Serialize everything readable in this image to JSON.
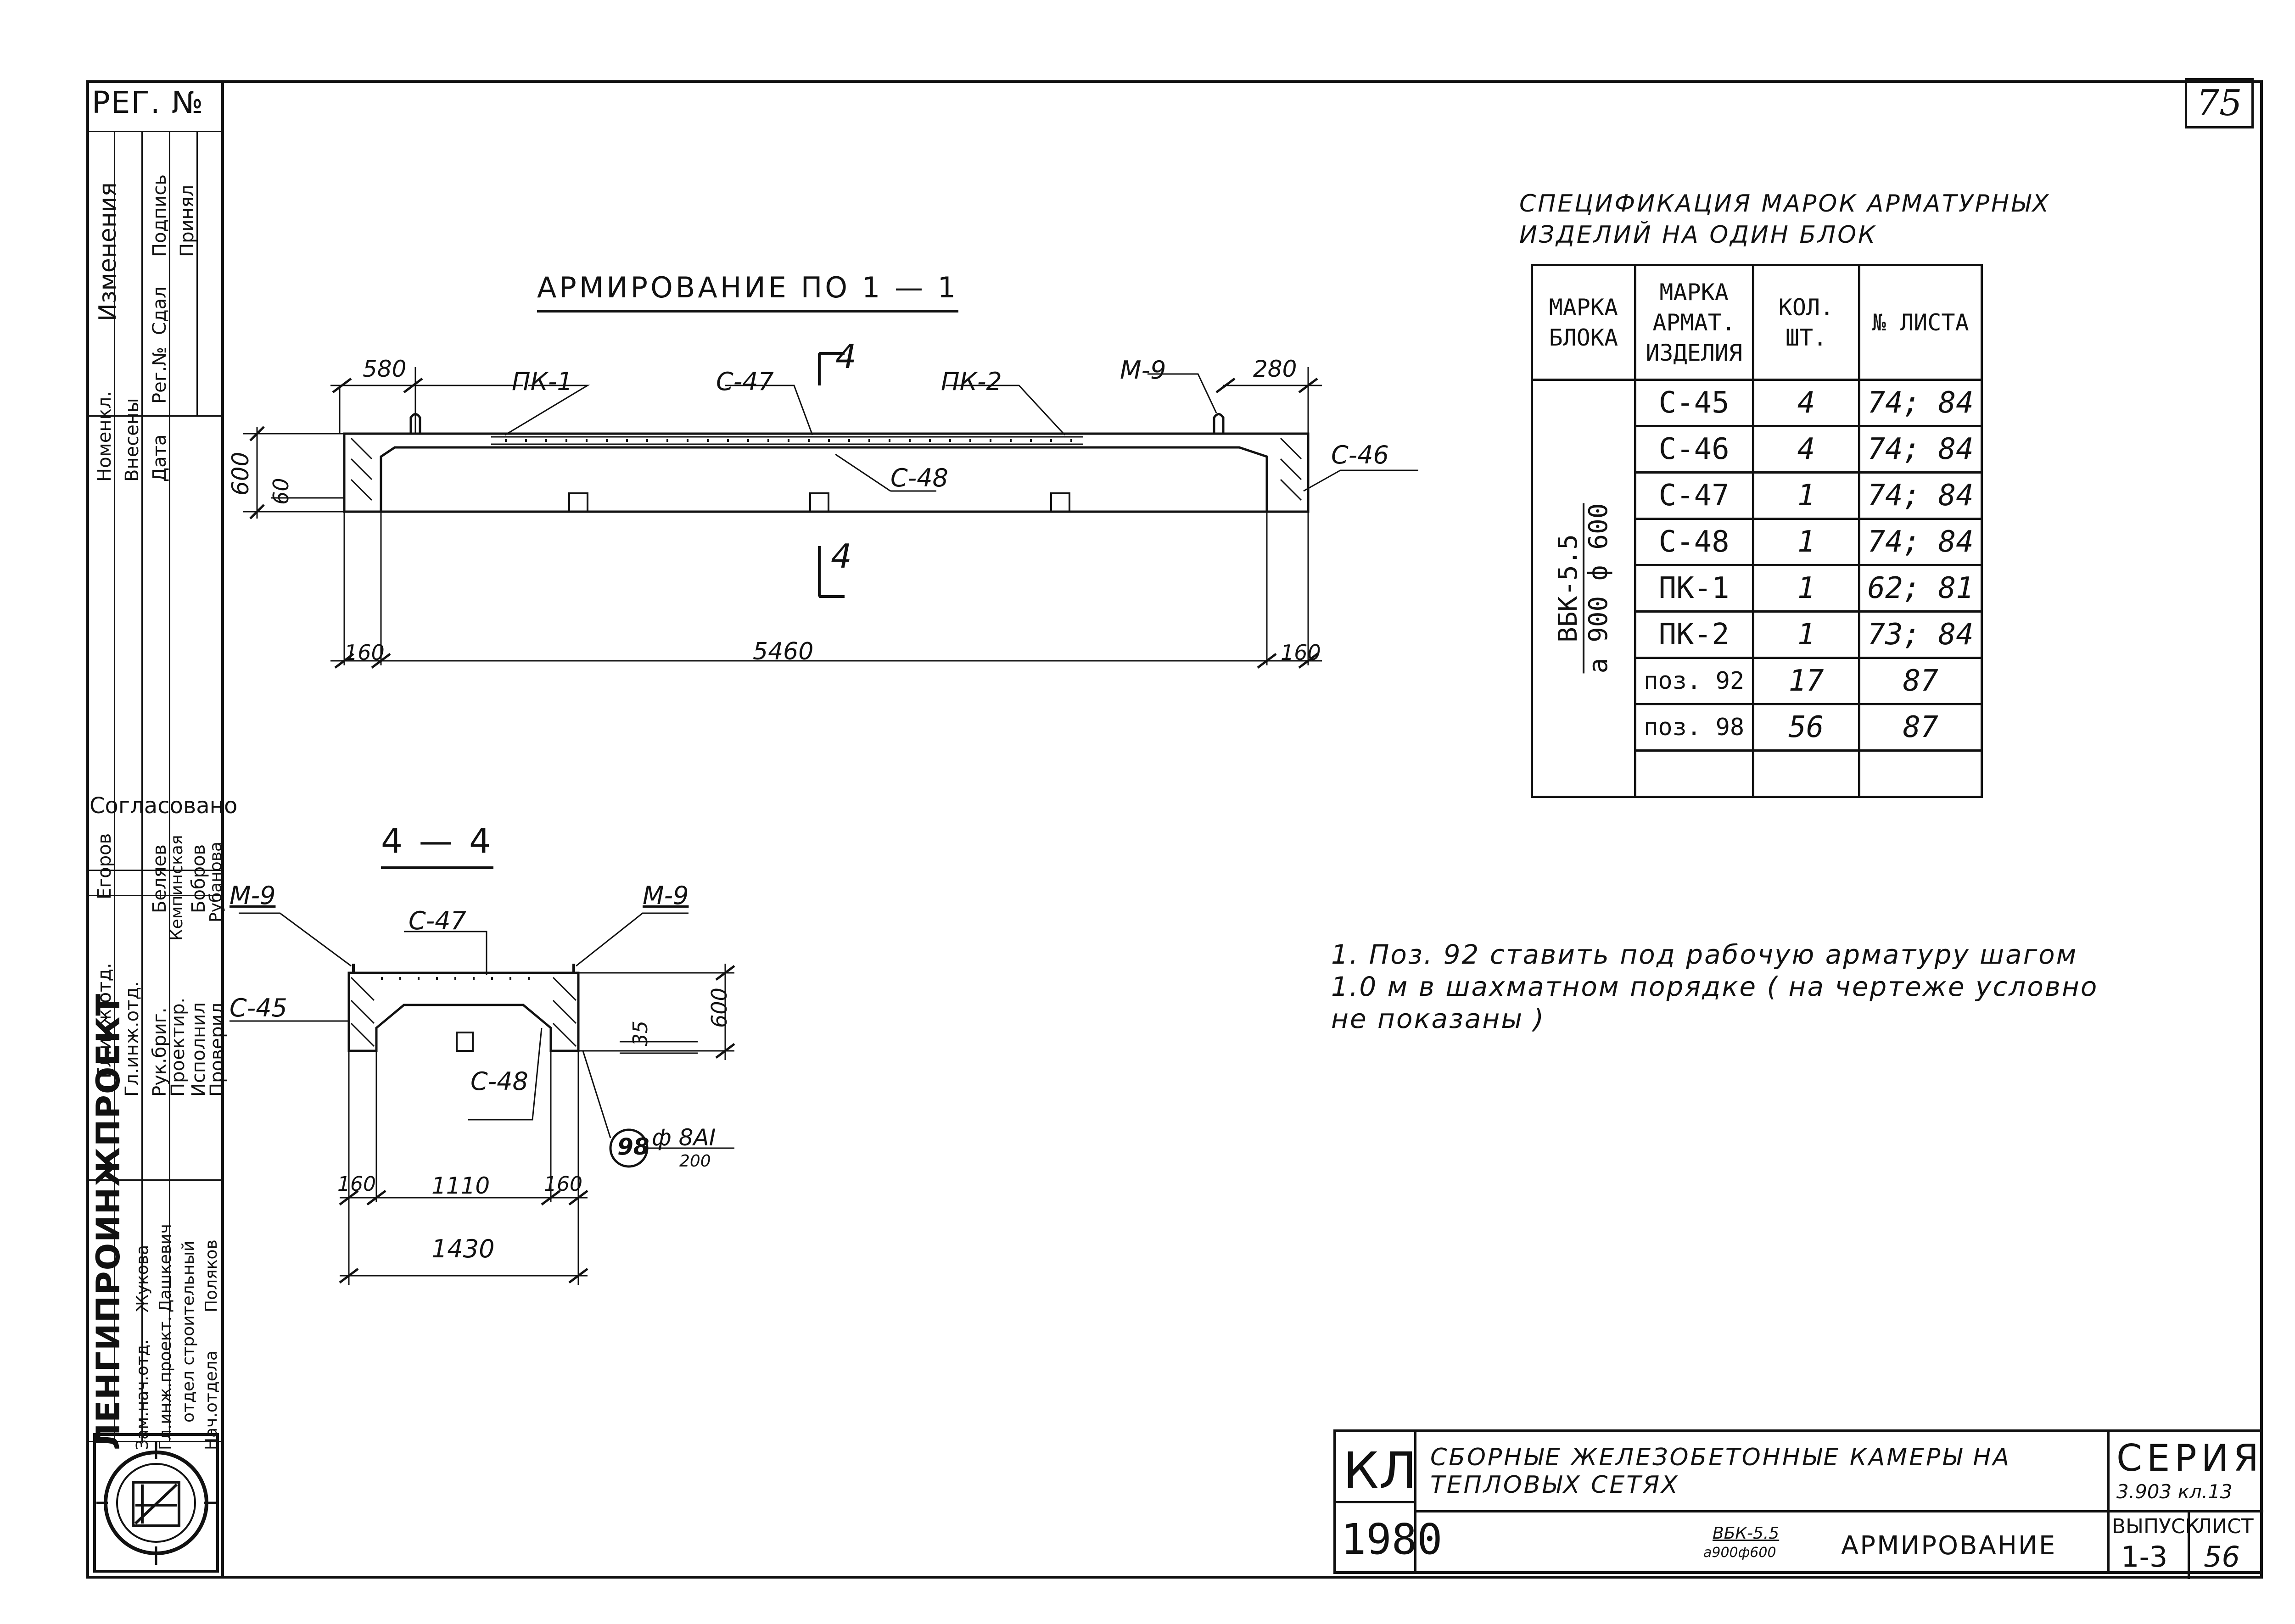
{
  "page_number": "75",
  "side_stamp": {
    "reg_label": "РЕГ. №",
    "changes_header": "Изменения",
    "changes_rows": [
      "Номенкл.",
      "Внесены",
      "Дата",
      "Рег.№",
      "Сдал",
      "Подпись",
      "Принял"
    ],
    "agreed": "Согласовано",
    "signers_left": [
      "Егоров",
      "Гл.инж.отд."
    ],
    "roles": [
      "Гл.инж.отд.",
      "Рук.бриг.",
      "Проектир.",
      "Исполнил",
      "Проверил"
    ],
    "names": [
      "Беляев",
      "Кемпинская",
      "Бобров",
      "Рубанова"
    ],
    "org": "ЛЕНГИПРОИНЖПРОЕКТ",
    "dept_rows": [
      "Зам.нач.отд.",
      "Гл.инж.проект.",
      "Нач.отдела"
    ],
    "dept_names": [
      "Жукова",
      "Дашкевич",
      "Поляков"
    ],
    "dept_caption": "отдел строительный"
  },
  "section_1_1": {
    "title": "АРМИРОВАНИЕ ПО 1 — 1",
    "labels": {
      "pk1": "ПК-1",
      "c47": "С-47",
      "pk2": "ПК-2",
      "m9": "М-9",
      "c46": "С-46",
      "c48": "С-48",
      "mark4_top": "4",
      "mark4_bottom": "4"
    },
    "dims": {
      "d580": "580",
      "d280": "280",
      "d600": "600",
      "d60": "60",
      "d160a": "160",
      "d5460": "5460",
      "d160b": "160"
    }
  },
  "section_4_4": {
    "title": "4 — 4",
    "labels": {
      "m9_left": "М-9",
      "m9_right": "М-9",
      "c47": "С-47",
      "c45": "С-45",
      "c48": "С-48",
      "pos": "98",
      "rebar": "ф 8АI",
      "step": "200"
    },
    "dims": {
      "d600": "600",
      "d35": "35",
      "d160a": "160",
      "d1110": "1110",
      "d160b": "160",
      "d1430": "1430"
    }
  },
  "spec": {
    "title_line1": "СПЕЦИФИКАЦИЯ МАРОК АРМАТУРНЫХ",
    "title_line2": "ИЗДЕЛИЙ НА ОДИН БЛОК",
    "headers": [
      "МАРКА БЛОКА",
      "МАРКА АРМАТ. ИЗДЕЛИЯ",
      "КОЛ. ШТ.",
      "№ ЛИСТА"
    ],
    "block_mark": "ВБК-5.5",
    "block_sub": "а 900 ф 600",
    "rows": [
      {
        "mark": "С-45",
        "qty": "4",
        "sheet": "74; 84"
      },
      {
        "mark": "С-46",
        "qty": "4",
        "sheet": "74; 84"
      },
      {
        "mark": "С-47",
        "qty": "1",
        "sheet": "74; 84"
      },
      {
        "mark": "С-48",
        "qty": "1",
        "sheet": "74; 84"
      },
      {
        "mark": "ПК-1",
        "qty": "1",
        "sheet": "62; 81"
      },
      {
        "mark": "ПК-2",
        "qty": "1",
        "sheet": "73; 84"
      },
      {
        "mark": "поз. 92",
        "qty": "17",
        "sheet": "87"
      },
      {
        "mark": "поз. 98",
        "qty": "56",
        "sheet": "87"
      }
    ]
  },
  "note": "1. Поз. 92 ставить под рабочую арматуру шагом 1.0 м в шахматном порядке ( на чертеже условно не показаны )",
  "title_block": {
    "code": "КЛ",
    "year": "1980",
    "title_line1": "СБОРНЫЕ ЖЕЛЕЗОБЕТОННЫЕ КАМЕРЫ НА",
    "title_line2": "ТЕПЛОВЫХ СЕТЯХ",
    "series_label": "СЕРИЯ",
    "series_value": "3.903 кл.13",
    "block_mark": "ВБК-5.5",
    "block_sub": "а900ф600",
    "sheet_title": "АРМИРОВАНИЕ",
    "issue_label": "ВЫПУСК",
    "issue_value": "1-3",
    "sheet_label": "ЛИСТ",
    "sheet_value": "56"
  }
}
